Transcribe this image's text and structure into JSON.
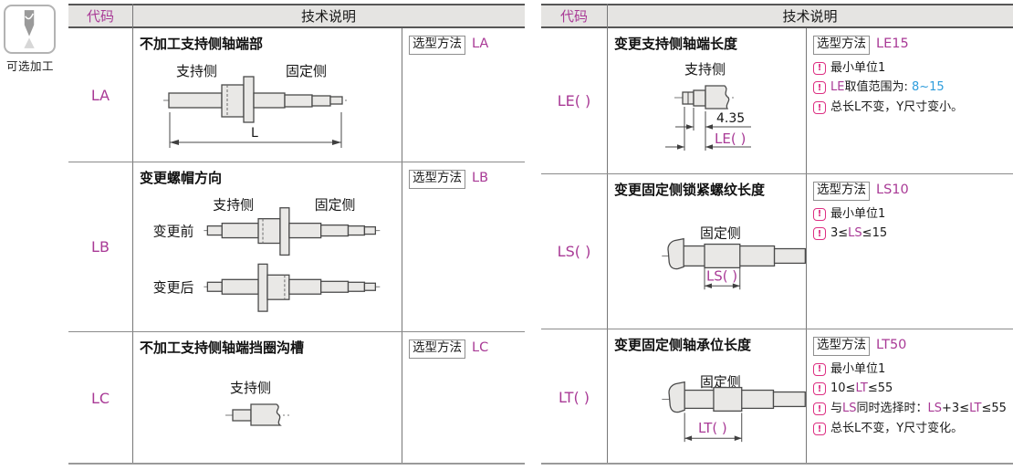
{
  "badge": {
    "label": "可选加工"
  },
  "colors": {
    "accent_magenta": "#a93a96",
    "range_blue": "#2f9ddc",
    "note_icon_pink": "#dd2f82",
    "header_bg": "#e5e4e2"
  },
  "left_table": {
    "header": {
      "code": "代码",
      "description": "技术说明"
    },
    "rows": [
      {
        "code": "LA",
        "title": "不加工支持侧轴端部",
        "method_label": "选型方法",
        "method_value": "LA",
        "labels": {
          "support": "支持侧",
          "fixed": "固定侧",
          "dim_l": "L"
        }
      },
      {
        "code": "LB",
        "title": "变更螺帽方向",
        "method_label": "选型方法",
        "method_value": "LB",
        "labels": {
          "support": "支持侧",
          "fixed": "固定侧",
          "before": "变更前",
          "after": "变更后"
        }
      },
      {
        "code": "LC",
        "title": "不加工支持侧轴端挡圈沟槽",
        "method_label": "选型方法",
        "method_value": "LC",
        "labels": {
          "support": "支持侧"
        }
      }
    ]
  },
  "right_table": {
    "header": {
      "code": "代码",
      "description": "技术说明"
    },
    "rows": [
      {
        "code": "LE( )",
        "title": "变更支持侧轴端长度",
        "method_label": "选型方法",
        "method_value": "LE15",
        "labels": {
          "support": "支持侧",
          "dim_fixed": "4.35",
          "dim_var": "LE( )"
        },
        "notes": [
          [
            [
              "k",
              "最小单位1"
            ]
          ],
          [
            [
              "m",
              "LE"
            ],
            [
              "k",
              "取值范围为: "
            ],
            [
              "b",
              "8~15"
            ]
          ],
          [
            [
              "k",
              "总长L不变，Y尺寸变小。"
            ]
          ]
        ]
      },
      {
        "code": "LS( )",
        "title": "变更固定侧锁紧螺纹长度",
        "method_label": "选型方法",
        "method_value": "LS10",
        "labels": {
          "fixed": "固定侧",
          "dim_var": "LS( )"
        },
        "notes": [
          [
            [
              "k",
              "最小单位1"
            ]
          ],
          [
            [
              "k",
              "3≤"
            ],
            [
              "m",
              "LS"
            ],
            [
              "k",
              "≤15"
            ]
          ]
        ]
      },
      {
        "code": "LT( )",
        "title": "变更固定侧轴承位长度",
        "method_label": "选型方法",
        "method_value": "LT50",
        "labels": {
          "fixed": "固定侧",
          "dim_var": "LT( )"
        },
        "notes": [
          [
            [
              "k",
              "最小单位1"
            ]
          ],
          [
            [
              "k",
              "10≤"
            ],
            [
              "m",
              "LT"
            ],
            [
              "k",
              "≤55"
            ]
          ],
          [
            [
              "k",
              "与"
            ],
            [
              "m",
              "LS"
            ],
            [
              "k",
              "同时选择时："
            ],
            [
              "m",
              "LS"
            ],
            [
              "k",
              "+3≤"
            ],
            [
              "m",
              "LT"
            ],
            [
              "k",
              "≤55"
            ]
          ],
          [
            [
              "k",
              "总长L不变，Y尺寸变化。"
            ]
          ]
        ]
      }
    ]
  }
}
